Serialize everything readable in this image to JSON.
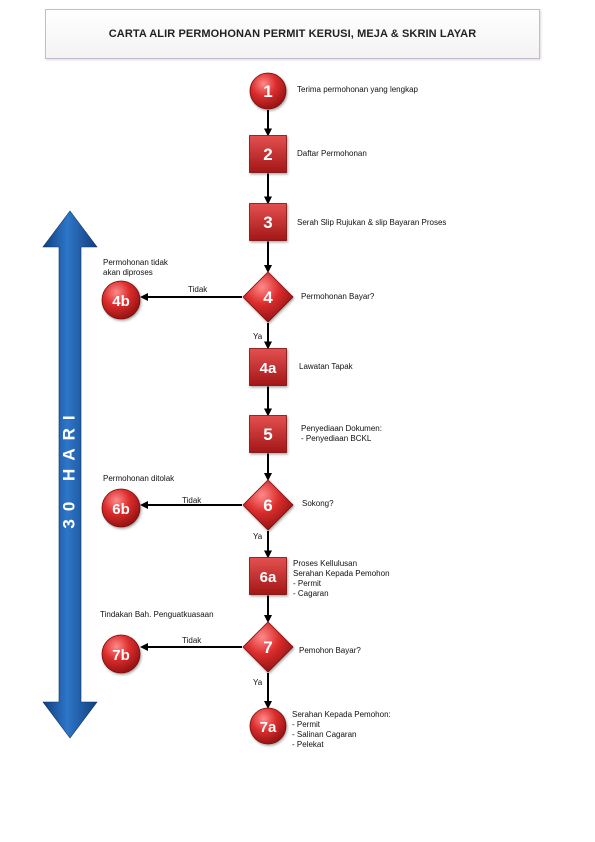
{
  "title": "CARTA ALIR PERMOHONAN PERMIT KERUSI, MEJA & SKRIN LAYAR",
  "timeline_label": "30 HARI",
  "colors": {
    "node_red": "#d42a2a",
    "node_dark": "#9c1414",
    "arrow_blue": "#1c5aa8",
    "line": "#000000"
  },
  "steps": [
    {
      "id": "1",
      "shape": "circle",
      "label": [
        "Terima permohonan yang lengkap"
      ]
    },
    {
      "id": "2",
      "shape": "square",
      "label": [
        "Daftar Permohonan"
      ]
    },
    {
      "id": "3",
      "shape": "square",
      "label": [
        "Serah Slip Rujukan & slip Bayaran Proses"
      ]
    },
    {
      "id": "4",
      "shape": "diamond",
      "label": [
        "Permohonan Bayar?"
      ]
    },
    {
      "id": "4b",
      "shape": "circle",
      "label": [
        "Permohonan tidak",
        " akan diproses"
      ]
    },
    {
      "id": "4a",
      "shape": "square",
      "label": [
        "Lawatan Tapak"
      ]
    },
    {
      "id": "5",
      "shape": "square",
      "label": [
        "Penyediaan Dokumen:",
        "- Penyediaan BCKL"
      ]
    },
    {
      "id": "6",
      "shape": "diamond",
      "label": [
        "Sokong?"
      ]
    },
    {
      "id": "6b",
      "shape": "circle",
      "label": [
        "Permohonan ditolak"
      ]
    },
    {
      "id": "6a",
      "shape": "square",
      "label": [
        "Proses Kellulusan",
        "Serahan Kepada Pemohon",
        "- Permit",
        "- Cagaran"
      ]
    },
    {
      "id": "7",
      "shape": "diamond",
      "label": [
        "Pemohon Bayar?"
      ]
    },
    {
      "id": "7b",
      "shape": "circle",
      "label": [
        "Tindakan Bah. Penguatkuasaan"
      ]
    },
    {
      "id": "7a",
      "shape": "circle",
      "label": [
        "Serahan Kepada Pemohon:",
        "- Permit",
        "- Salinan Cagaran",
        "- Pelekat"
      ]
    }
  ],
  "edges": [
    {
      "from": "1",
      "to": "2",
      "label": ""
    },
    {
      "from": "2",
      "to": "3",
      "label": ""
    },
    {
      "from": "3",
      "to": "4",
      "label": ""
    },
    {
      "from": "4",
      "to": "4b",
      "label": "Tidak"
    },
    {
      "from": "4",
      "to": "4a",
      "label": "Ya"
    },
    {
      "from": "4a",
      "to": "5",
      "label": ""
    },
    {
      "from": "5",
      "to": "6",
      "label": ""
    },
    {
      "from": "6",
      "to": "6b",
      "label": "Tidak"
    },
    {
      "from": "6",
      "to": "6a",
      "label": "Ya"
    },
    {
      "from": "6a",
      "to": "7",
      "label": ""
    },
    {
      "from": "7",
      "to": "7b",
      "label": "Tidak"
    },
    {
      "from": "7",
      "to": "7a",
      "label": "Ya"
    }
  ]
}
